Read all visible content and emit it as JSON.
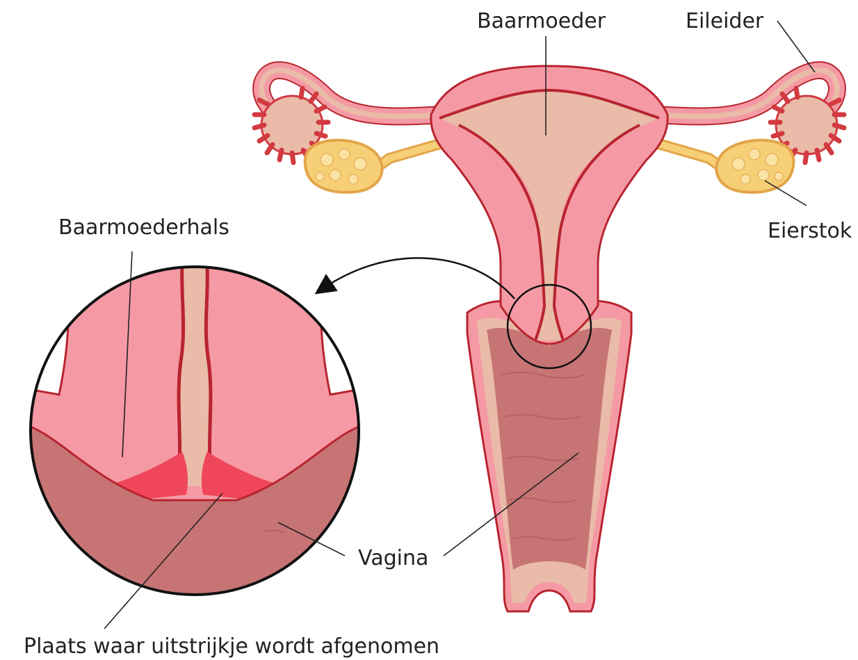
{
  "labels": {
    "uterus": "Baarmoeder",
    "fallopian_tube": "Eileider",
    "ovary": "Eierstok",
    "cervix": "Baarmoederhals",
    "vagina": "Vagina",
    "smear_site": "Plaats waar uitstrijkje wordt afgenomen"
  },
  "colors": {
    "tissue_pink": "#f59aa5",
    "tissue_outline": "#b8242f",
    "cavity_beige": "#e9bba8",
    "vagina_wall": "#c77475",
    "fimbriae_red": "#d23a40",
    "ovary_yellow": "#f6cf77",
    "ovary_outline": "#e3a548",
    "transformation_zone": "#f0465a",
    "leader_line": "#222222"
  }
}
